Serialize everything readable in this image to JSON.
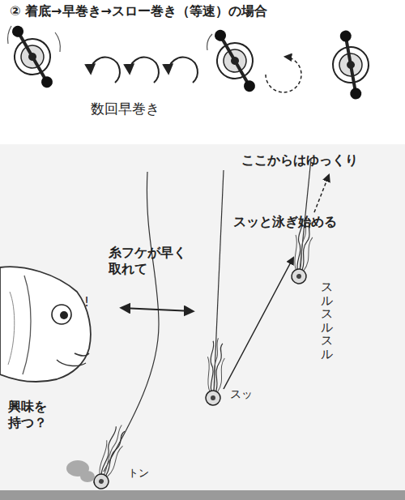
{
  "diagram": {
    "title": "② 着底→早巻き→スロー巻き（等速）の場合",
    "labels": [
      "数回早巻き",
      "ここからはゆっくり",
      "スッと泳ぎ始める",
      "糸フケが早く 取れて",
      "!",
      "興味を 持つ？",
      "トン",
      "スッ",
      "スルスルスル"
    ]
  }
}
